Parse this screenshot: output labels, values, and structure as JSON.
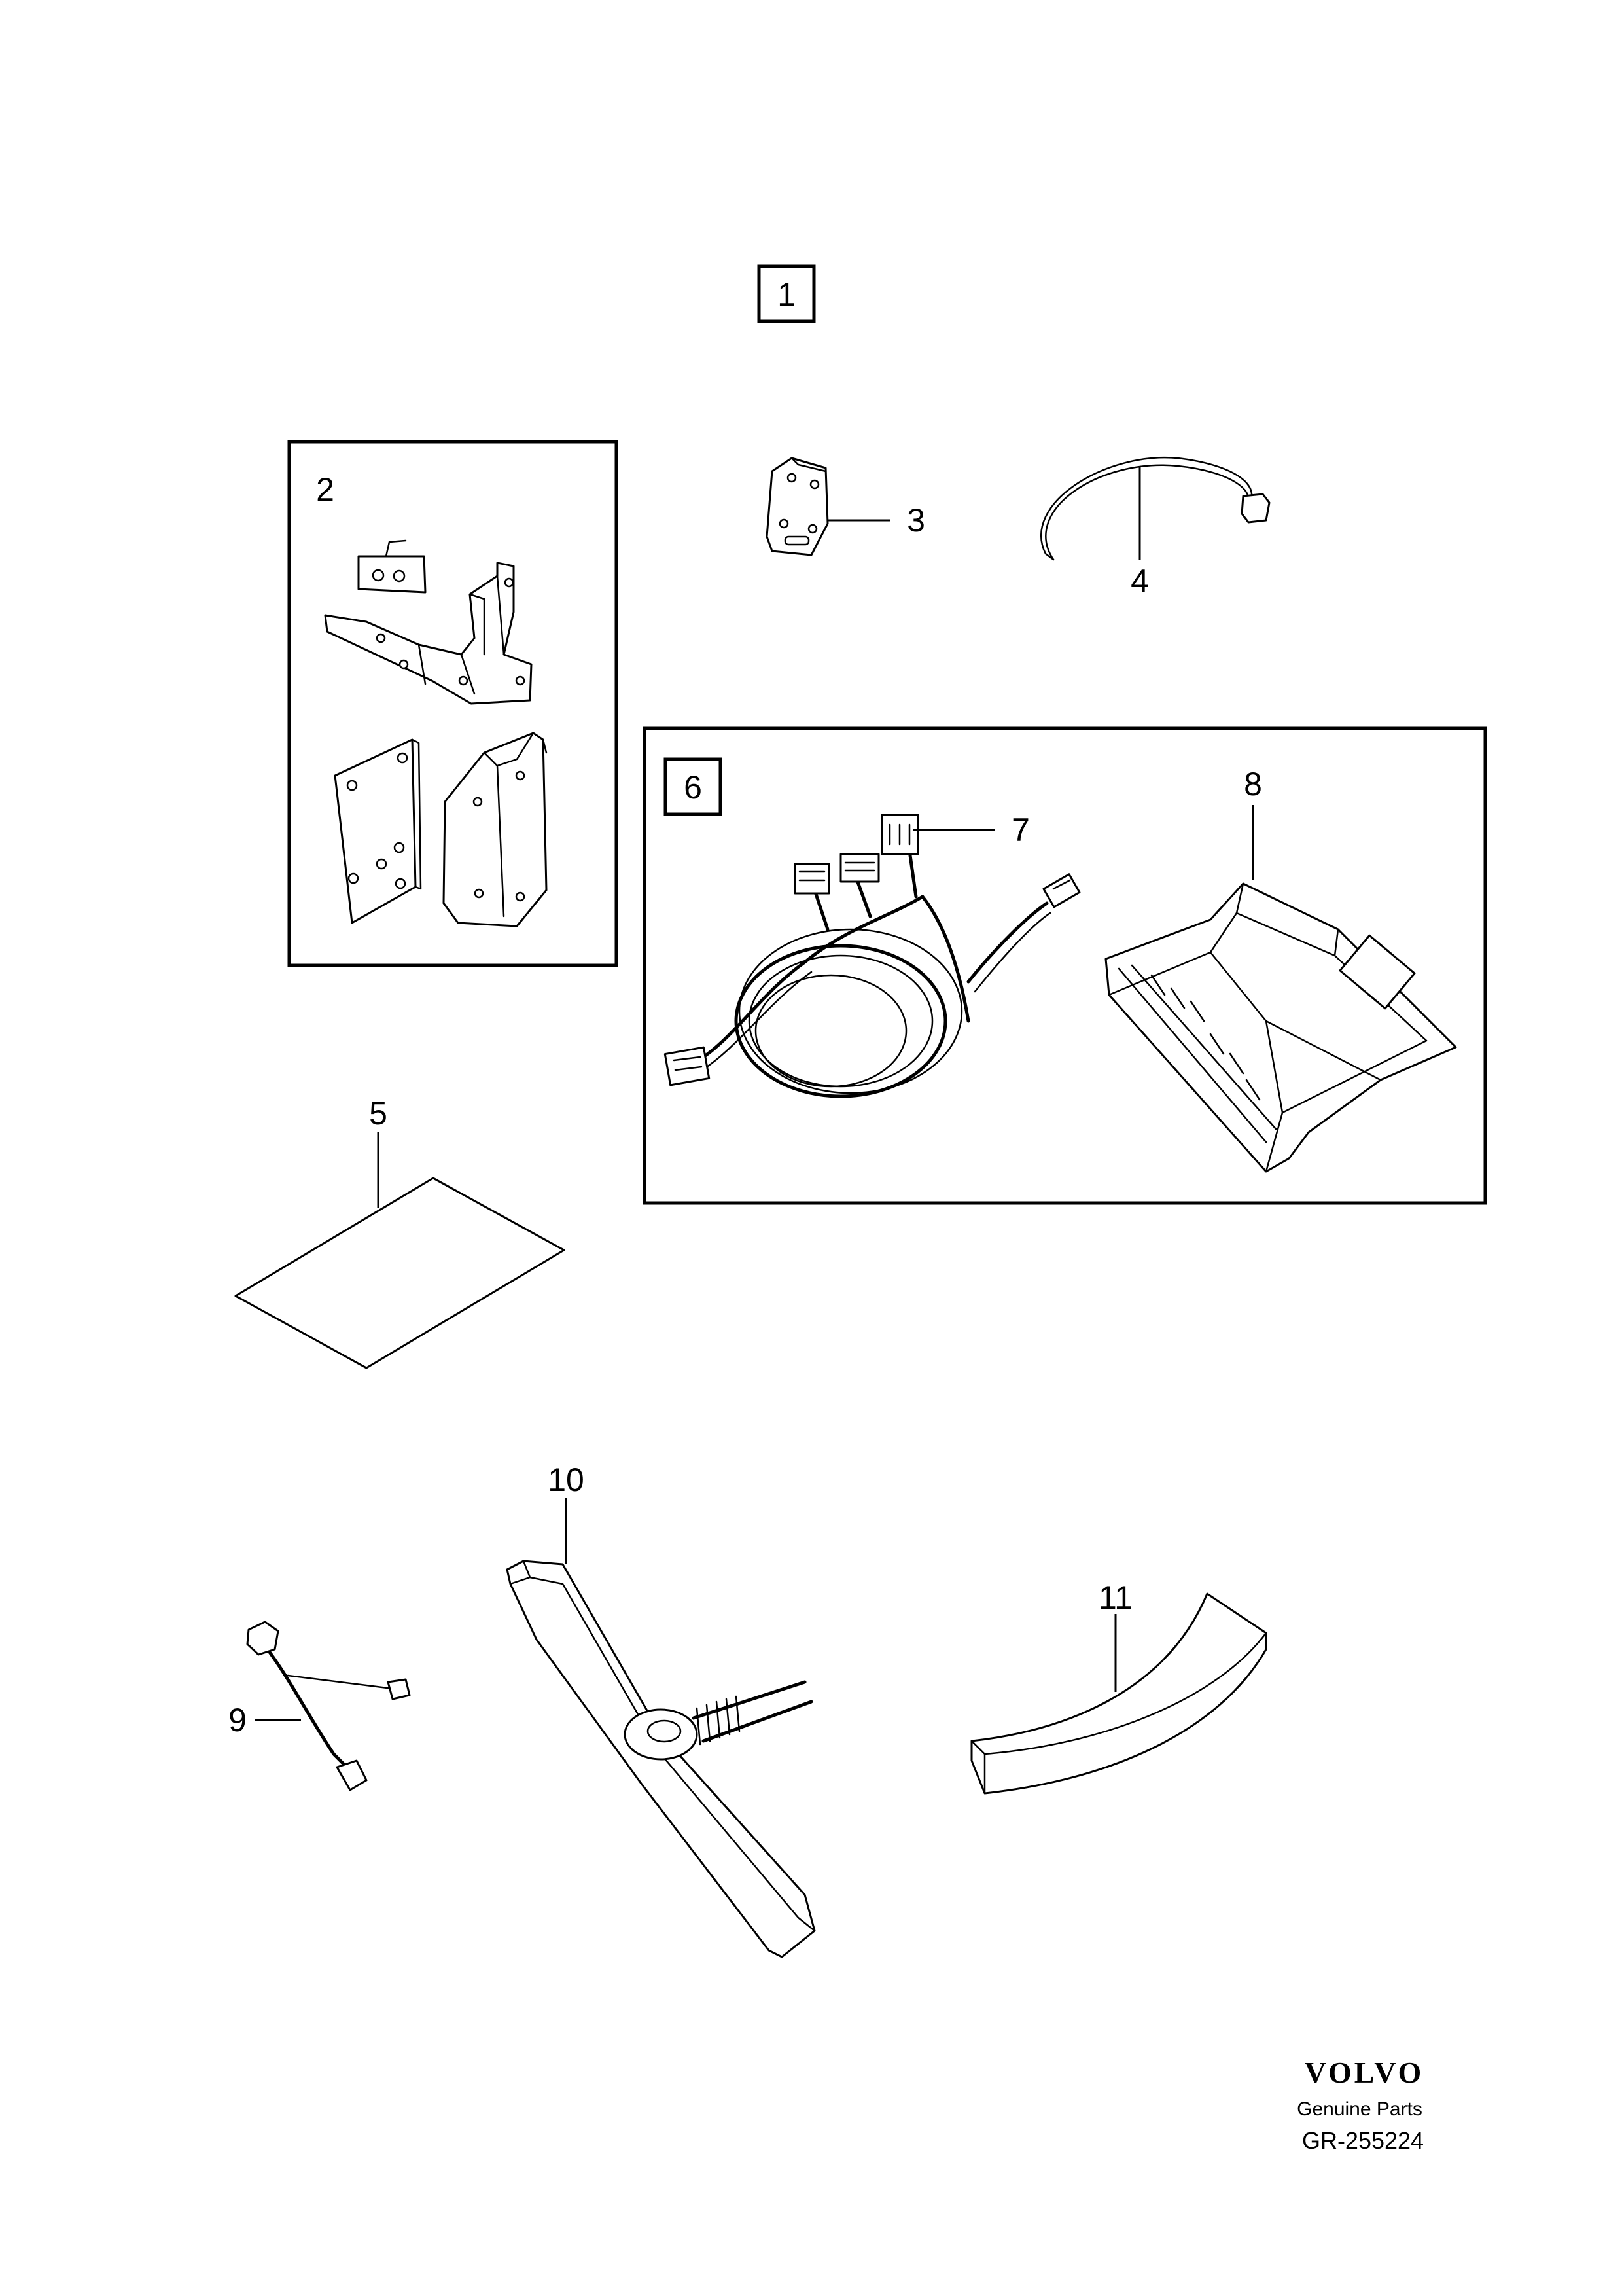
{
  "labels": {
    "kit": "1",
    "bracket_set": "2",
    "mounting_plate": "3",
    "cable_tie": "4",
    "instruction_card": "5",
    "harness_kit": "6",
    "wiring_harness": "7",
    "control_module": "8",
    "cable": "9",
    "sensor_strip": "10",
    "pad": "11"
  },
  "footer": {
    "brand": "VOLVO",
    "subtitle": "Genuine Parts",
    "code": "GR-255224"
  }
}
